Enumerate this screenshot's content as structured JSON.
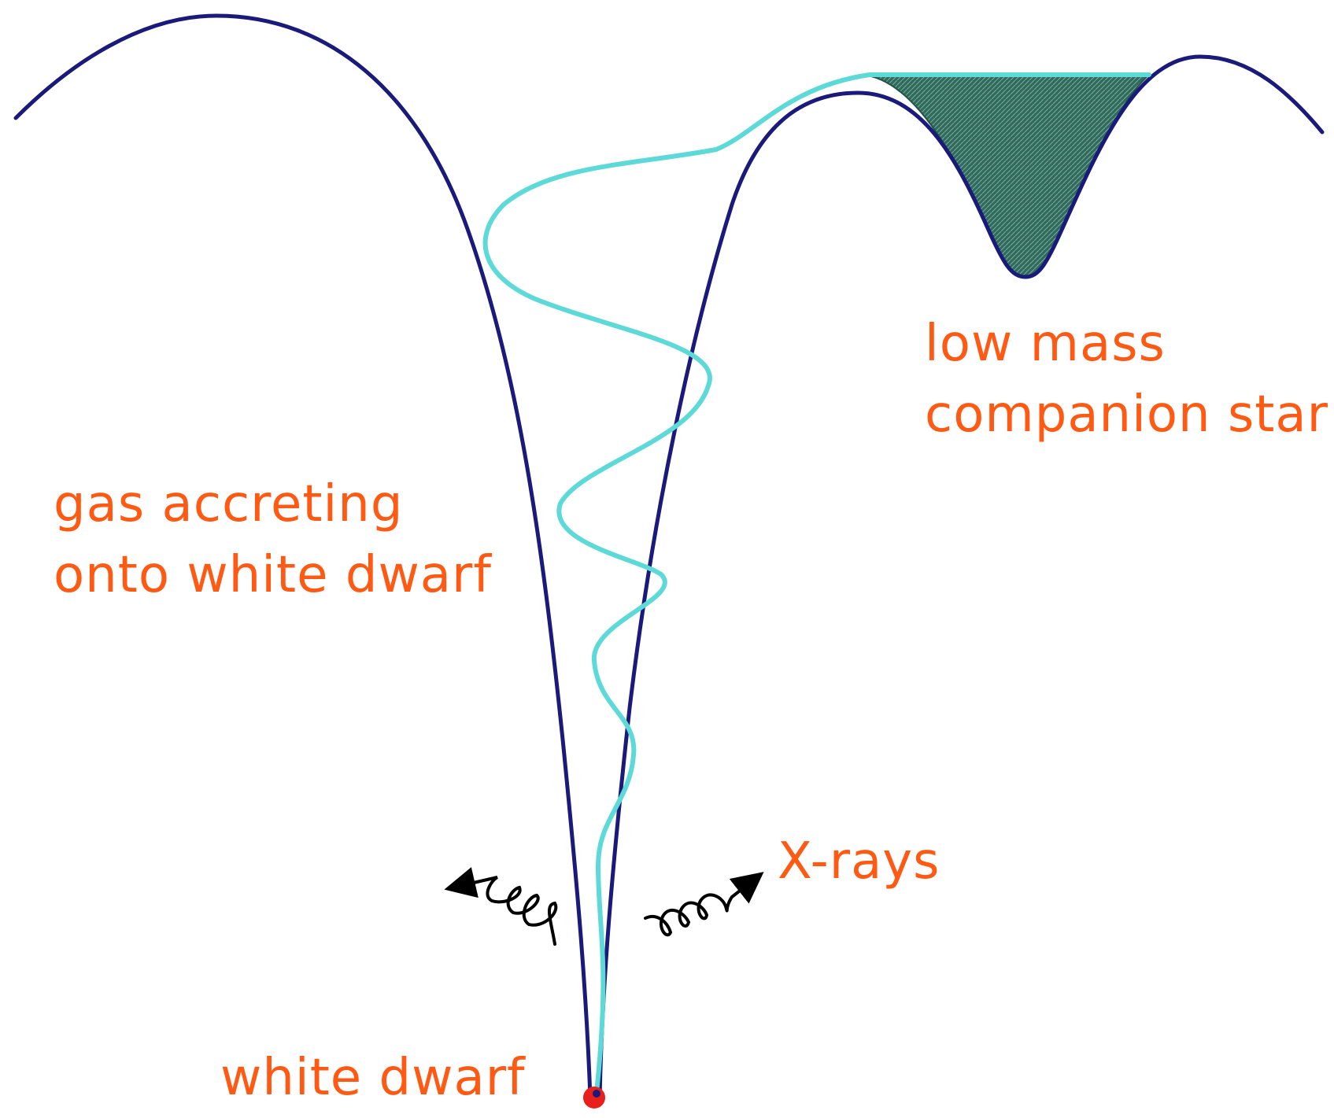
{
  "labels": {
    "companion_line1": "low mass",
    "companion_line2": "companion star",
    "gas_line1": "gas accreting",
    "gas_line2": "onto white dwarf",
    "xrays": "X-rays",
    "white_dwarf": "white dwarf"
  },
  "colors": {
    "potential_curve": "#1a1a7a",
    "gas_stream": "#5ddad8",
    "companion_fill": "#2f6b5d",
    "white_dwarf": "#e8201c",
    "label_text": "#ff5a14",
    "xray_arrow": "#000000"
  }
}
